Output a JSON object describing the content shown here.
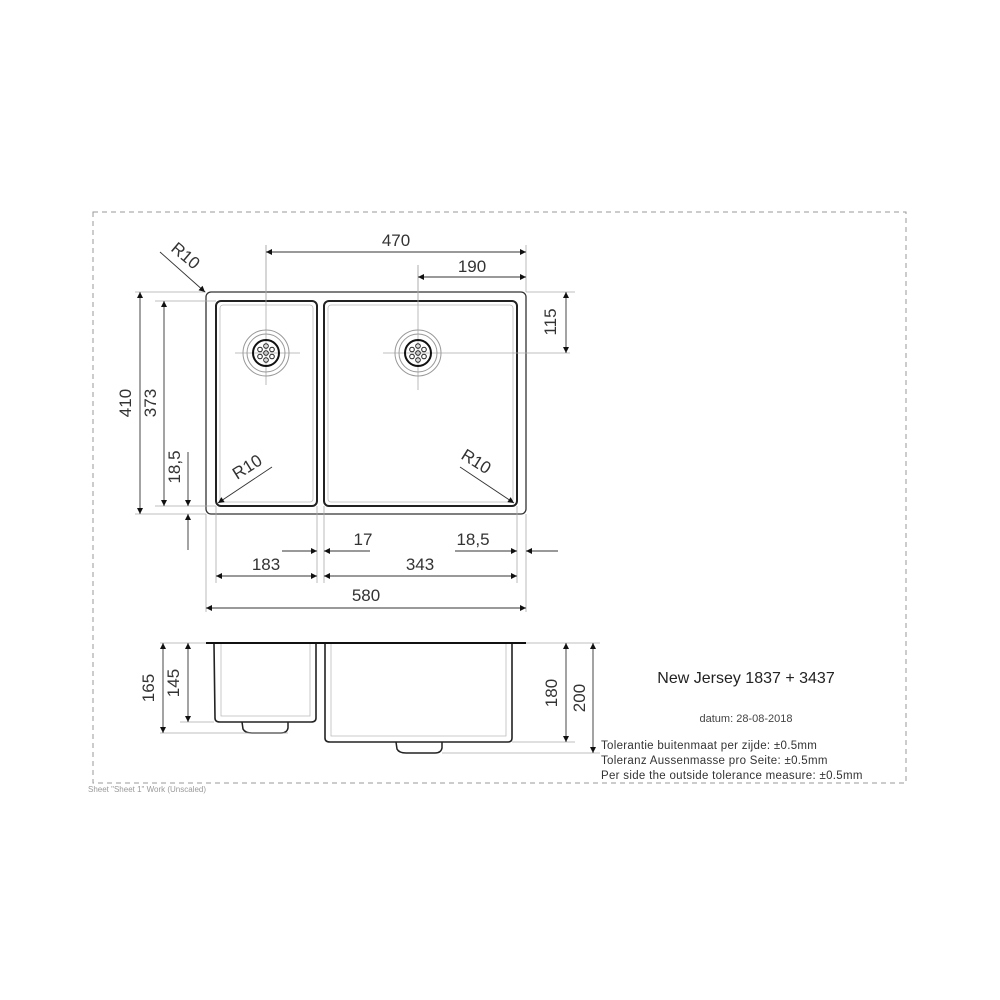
{
  "drawing": {
    "title": "New Jersey 1837 + 3437",
    "date_label": "datum: 28-08-2018",
    "tolerances": [
      "Tolerantie buitenmaat per zijde: ±0.5mm",
      "Toleranz Aussenmasse pro Seite: ±0.5mm",
      "Per side the outside tolerance measure: ±0.5mm"
    ],
    "sheet_label": "Sheet \"Sheet 1\" Work (Unscaled)"
  },
  "top_view": {
    "dimensions": {
      "drain_distance": "470",
      "right_drain_offset": "190",
      "drain_from_top": "115",
      "outer_depth": "410",
      "inner_depth": "373",
      "bottom_rim": "18,5",
      "left_bowl_width": "183",
      "divider": "17",
      "right_bowl_width": "343",
      "right_rim": "18,5",
      "overall_width": "580",
      "corner_radius_outer": "R10",
      "corner_radius_left_bowl": "R10",
      "corner_radius_right_bowl": "R10"
    }
  },
  "side_view": {
    "dimensions": {
      "left_outer_height": "165",
      "left_inner_height": "145",
      "right_inner_height": "180",
      "right_outer_height": "200"
    }
  }
}
